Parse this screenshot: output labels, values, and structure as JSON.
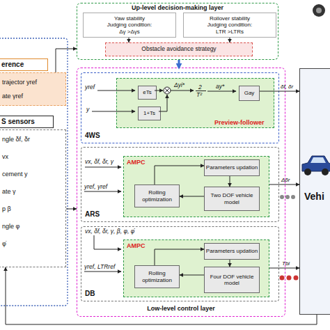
{
  "diagram": {
    "nodes": [
      {
        "text": [
          "erence",
          "trajector yref",
          "ate γref"
        ]
      },
      {
        "text": [
          "S sensors",
          "ngle δf, δr",
          "vx",
          "cement y",
          "ate γ",
          "p β",
          "ngle φ",
          "φ̇"
        ]
      },
      {
        "text": [
          "Up-level decision-making layer"
        ]
      },
      {
        "text": [
          "Yaw stability",
          "Judging condition:",
          "Δγ >Δγs"
        ],
        "in": 2
      },
      {
        "text": [
          "Rollover stability",
          "Judging condition:",
          "LTR >LTRs"
        ],
        "in": 2
      },
      {
        "text": [
          "Obstacle avoidance strategy"
        ],
        "in": 2
      },
      {
        "text": [
          "Low-level control layer"
        ]
      },
      {
        "text": [
          "4WS"
        ],
        "in": 6
      },
      {
        "text": [
          "Preview-follower"
        ],
        "in": 7
      },
      {
        "text": [
          "eTs"
        ],
        "in": 8
      },
      {
        "text": [
          "1+Ts"
        ],
        "in": 8
      },
      {
        "text": [
          "Gay"
        ],
        "in": 8
      },
      {
        "text": [
          "ARS"
        ],
        "in": 6
      },
      {
        "text": [
          "AMPC"
        ],
        "in": 12
      },
      {
        "text": [
          "Parameters updation"
        ],
        "in": 13
      },
      {
        "text": [
          "Rolling optimization"
        ],
        "in": 13
      },
      {
        "text": [
          "Two DOF vehicle model"
        ],
        "in": 13
      },
      {
        "text": [
          "DB"
        ],
        "in": 6
      },
      {
        "text": [
          "AMPC"
        ],
        "in": 17
      },
      {
        "text": [
          "Parameters updation"
        ],
        "in": 18
      },
      {
        "text": [
          "Rolling optimization"
        ],
        "in": 18
      },
      {
        "text": [
          "Four DOF vehicle model"
        ],
        "in": 18
      },
      {
        "text": [
          "Vehi"
        ]
      }
    ],
    "edges": [
      {
        "from": 0,
        "to": 2,
        "arrow": "to"
      },
      {
        "from": 3,
        "to": 5,
        "arrow": "to"
      },
      {
        "from": 4,
        "to": 5,
        "arrow": "to"
      },
      {
        "from": 2,
        "to": 6,
        "arrow": "to"
      },
      {
        "from": 1,
        "to": 6,
        "arrow": "to"
      },
      {
        "from": 11,
        "to": 22,
        "label": "δf, δr",
        "arrow": "to"
      },
      {
        "from": 13,
        "to": 22,
        "label": "Δδr",
        "arrow": "to"
      },
      {
        "from": 18,
        "to": 22,
        "label": "Tbi",
        "arrow": "to"
      },
      {
        "from": 14,
        "to": 16,
        "arrow": "to"
      },
      {
        "from": 16,
        "to": 15,
        "arrow": "to"
      },
      {
        "from": 15,
        "to": 14,
        "arrow": "to"
      },
      {
        "from": 19,
        "to": 21,
        "arrow": "to"
      },
      {
        "from": 21,
        "to": 20,
        "arrow": "to"
      },
      {
        "from": 20,
        "to": 19,
        "arrow": "to"
      },
      {
        "from": 22,
        "to": 1,
        "arrow": "to"
      }
    ],
    "labels": [
      "yref",
      "y",
      "Δyi*",
      "2",
      "T²",
      "ay*",
      "vx, δf, δr, γ",
      "yref, γref",
      "vx, δf, δr, γ, β, φ, φ̇",
      "γref, LTRref"
    ]
  }
}
